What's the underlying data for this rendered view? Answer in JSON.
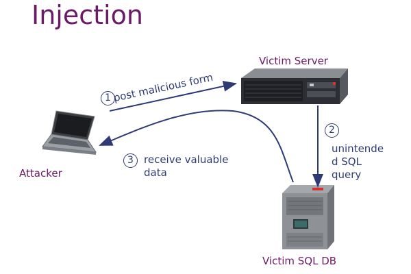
{
  "slide": {
    "title": "Injection"
  },
  "nodes": {
    "attacker": {
      "label": "Attacker",
      "icon": "laptop-icon"
    },
    "victim_server": {
      "label": "Victim Server",
      "icon": "server-icon"
    },
    "victim_db": {
      "label": "Victim SQL DB",
      "icon": "database-server-icon"
    }
  },
  "steps": [
    {
      "number": "1",
      "text": "post malicious form"
    },
    {
      "number": "2",
      "text_lines": [
        "unintende",
        "d SQL",
        "query"
      ]
    },
    {
      "number": "3",
      "text_lines": [
        "receive valuable",
        "data"
      ]
    }
  ],
  "colors": {
    "title": "#6b1a66",
    "arrow": "#2e3a73"
  }
}
